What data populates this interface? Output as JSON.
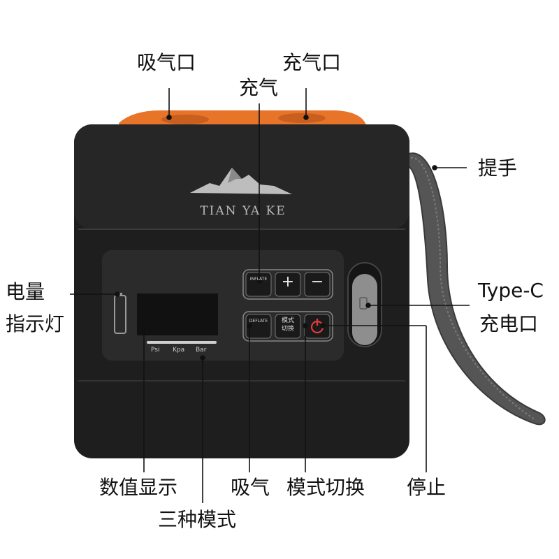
{
  "labels": {
    "suction_port": "吸气口",
    "inflate_port": "充气口",
    "inflate": "充气",
    "handle": "提手",
    "battery_line1": "电量",
    "battery_line2": "指示灯",
    "typec_line1": "Type-C",
    "typec_line2": "充电口",
    "numeric_display": "数值显示",
    "deflate": "吸气",
    "mode_switch": "模式切换",
    "stop": "停止",
    "three_modes": "三种模式"
  },
  "device": {
    "brand": "TIAN YA KE",
    "inflate_button": "INFLATE",
    "deflate_button": "DEFLATE",
    "plus": "+",
    "minus": "−",
    "mode_line1": "模式",
    "mode_line2": "切换",
    "units": [
      "Psi",
      "Kpa",
      "Bar"
    ]
  },
  "colors": {
    "body": "#1e1e1e",
    "accent_orange": "#e8742a",
    "power_red": "#e23a3a"
  }
}
